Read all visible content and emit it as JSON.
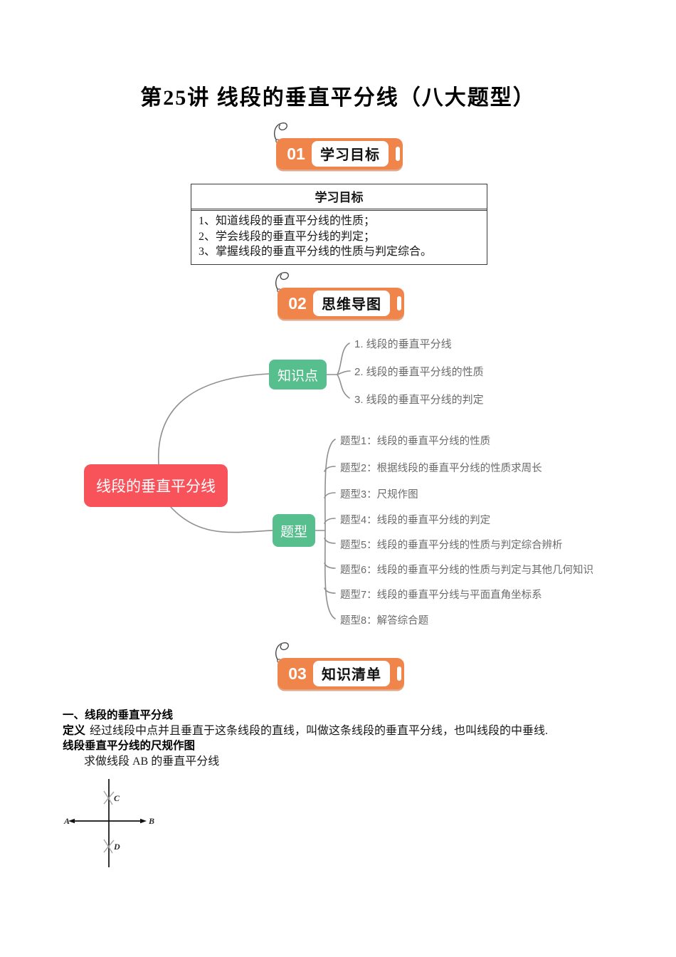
{
  "title": "第25讲 线段的垂直平分线（八大题型）",
  "badges": {
    "b1": {
      "number": "01",
      "label": "学习目标"
    },
    "b2": {
      "number": "02",
      "label": "思维导图"
    },
    "b3": {
      "number": "03",
      "label": "知识清单"
    }
  },
  "objectives": {
    "header": "学习目标",
    "items": [
      "1、知道线段的垂直平分线的性质；",
      "2、学会线段的垂直平分线的判定；",
      "3、掌握线段的垂直平分线的性质与判定综合。"
    ]
  },
  "mindmap": {
    "root": "线段的垂直平分线",
    "knowledge": {
      "label": "知识点",
      "items": [
        "1. 线段的垂直平分线",
        "2. 线段的垂直平分线的性质",
        "3. 线段的垂直平分线的判定"
      ]
    },
    "qtypes": {
      "label": "题型",
      "items": [
        "题型1：线段的垂直平分线的性质",
        "题型2：根据线段的垂直平分线的性质求周长",
        "题型3：尺规作图",
        "题型4：线段的垂直平分线的判定",
        "题型5：线段的垂直平分线的性质与判定综合辨析",
        "题型6：线段的垂直平分线的性质与判定与其他几何知识",
        "题型7：线段的垂直平分线与平面直角坐标系",
        "题型8：解答综合题"
      ]
    }
  },
  "knowledge_list": {
    "heading1": "一、线段的垂直平分线",
    "def_label": "定义",
    "def_text": "经过线段中点并且垂直于这条线段的直线，叫做这条线段的垂直平分线，也叫线段的中垂线.",
    "heading2": "线段垂直平分线的尺规作图",
    "task": "求做线段 AB 的垂直平分线"
  },
  "diagram": {
    "labels": {
      "a": "A",
      "b": "B",
      "c": "C",
      "d": "D"
    }
  },
  "colors": {
    "accent_orange": "#F0854B",
    "node_red": "#F8535B",
    "node_green": "#57BE8D",
    "connector": "#8F8F8F",
    "item_text": "#6B6B6B"
  }
}
